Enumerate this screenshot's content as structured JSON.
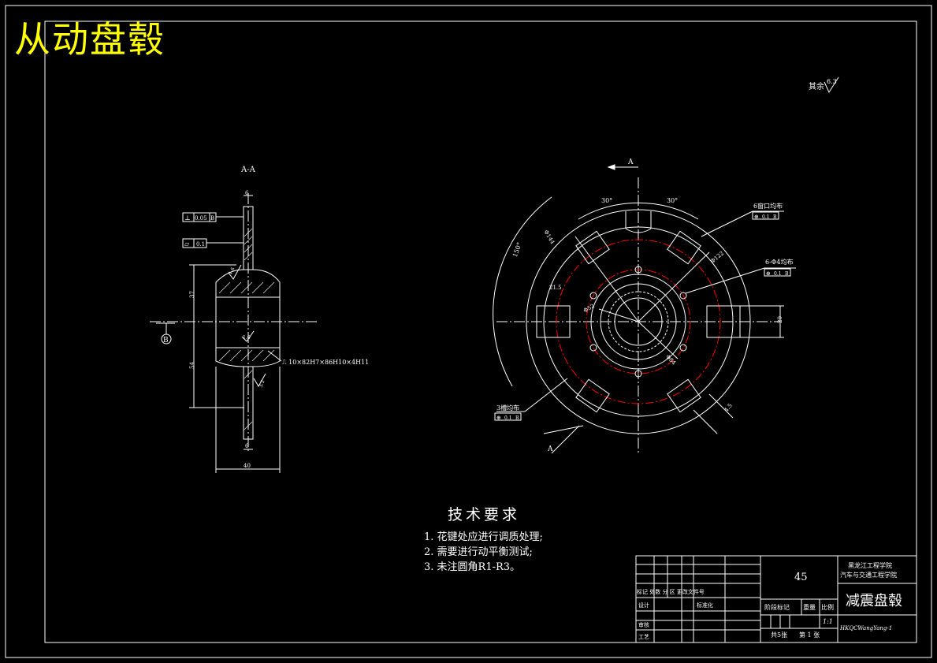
{
  "overlay_title": "从动盘毂",
  "roughness_note": "其余",
  "roughness_value": "6.3",
  "section_view": {
    "label": "A-A",
    "tol_perp_symbol": "⊥",
    "tol_perp_value": "0.05",
    "tol_perp_datum": "B",
    "tol_flat_symbol": "▱",
    "tol_flat_value": "0.1",
    "datum_label": "B",
    "dim_top_width": "6",
    "dim_bottom_width": "6",
    "dim_total_width": "40",
    "dim_upper_height": "37",
    "dim_lower_height": "54",
    "roughness_1": "1.6",
    "roughness_2": "1.6",
    "roughness_3": "3.2",
    "spline_callout": "⎍ 10×82H7×86H10×4H11"
  },
  "front_view": {
    "section_mark": "A",
    "angle_1": "30°",
    "angle_2": "30°",
    "angle_3": "150°",
    "dia_outer": "Φ144",
    "dia_pitch": "Φ122",
    "dia_bolt": "Φ52",
    "dia_inner": "Φ84",
    "dim_slot_width": "21.5",
    "dim_slot_height": "20",
    "dim_diag": "4.5",
    "note_windows": "6窗口均布",
    "note_holes": "6-Φ4均布",
    "note_slots": "3槽均布",
    "pos_tol_symbol": "⊕",
    "pos_tol_value": "0.1",
    "pos_tol_datum": "B"
  },
  "tech_requirements": {
    "title": "技术要求",
    "items": [
      "1. 花键处应进行调质处理;",
      "2. 需要进行动平衡测试;",
      "3. 未注圆角R1-R3。"
    ]
  },
  "title_block": {
    "material": "45",
    "school_1": "黑龙江工程学院",
    "school_2": "汽车与交通工程学院",
    "part_name": "减震盘毂",
    "drawing_no": "HKQCWangYang-1",
    "scale": "1:1",
    "stage_label": "阶段标记",
    "weight_label": "重量",
    "scale_label": "比例",
    "sheet_total": "共5张",
    "sheet_no": "第 1 张",
    "rev_labels": "标记 处数 分 区 更改文件号",
    "design_label": "设计",
    "standard_label": "标准化",
    "review_label": "审核",
    "process_label": "工艺"
  }
}
